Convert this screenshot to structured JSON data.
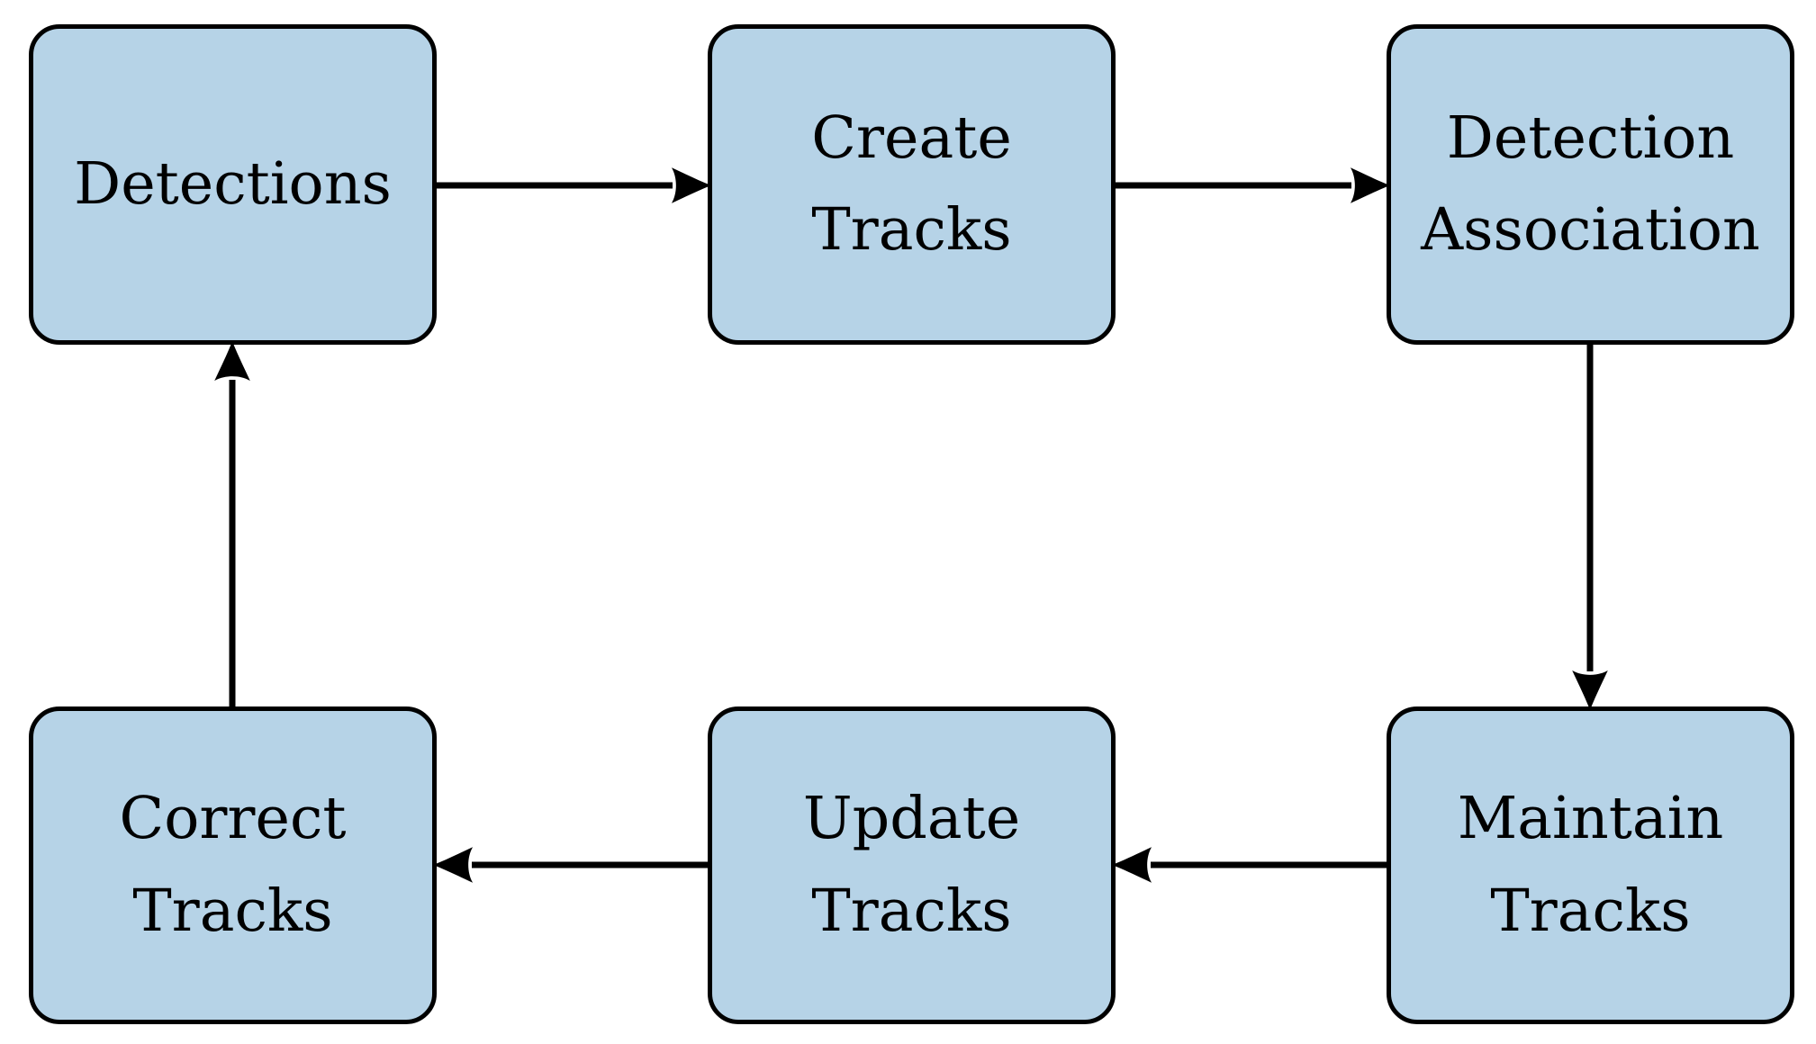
{
  "diagram": {
    "type": "flowchart-cycle",
    "background_color": "#ffffff",
    "node_fill_color": "#b6d3e7",
    "node_border_color": "#000000",
    "arrow_color": "#000000",
    "nodes": [
      {
        "id": "detections",
        "lines": [
          "Detections",
          ""
        ]
      },
      {
        "id": "create-tracks",
        "lines": [
          "Create",
          "Tracks"
        ]
      },
      {
        "id": "detection-association",
        "lines": [
          "Detection",
          "Association"
        ]
      },
      {
        "id": "maintain-tracks",
        "lines": [
          "Maintain",
          "Tracks"
        ]
      },
      {
        "id": "update-tracks",
        "lines": [
          "Update",
          "Tracks"
        ]
      },
      {
        "id": "correct-tracks",
        "lines": [
          "Correct",
          "Tracks"
        ]
      }
    ],
    "edges": [
      {
        "from": "detections",
        "to": "create-tracks",
        "direction": "right"
      },
      {
        "from": "create-tracks",
        "to": "detection-association",
        "direction": "right"
      },
      {
        "from": "detection-association",
        "to": "maintain-tracks",
        "direction": "down"
      },
      {
        "from": "maintain-tracks",
        "to": "update-tracks",
        "direction": "left"
      },
      {
        "from": "update-tracks",
        "to": "correct-tracks",
        "direction": "left"
      },
      {
        "from": "correct-tracks",
        "to": "detections",
        "direction": "up"
      }
    ]
  }
}
